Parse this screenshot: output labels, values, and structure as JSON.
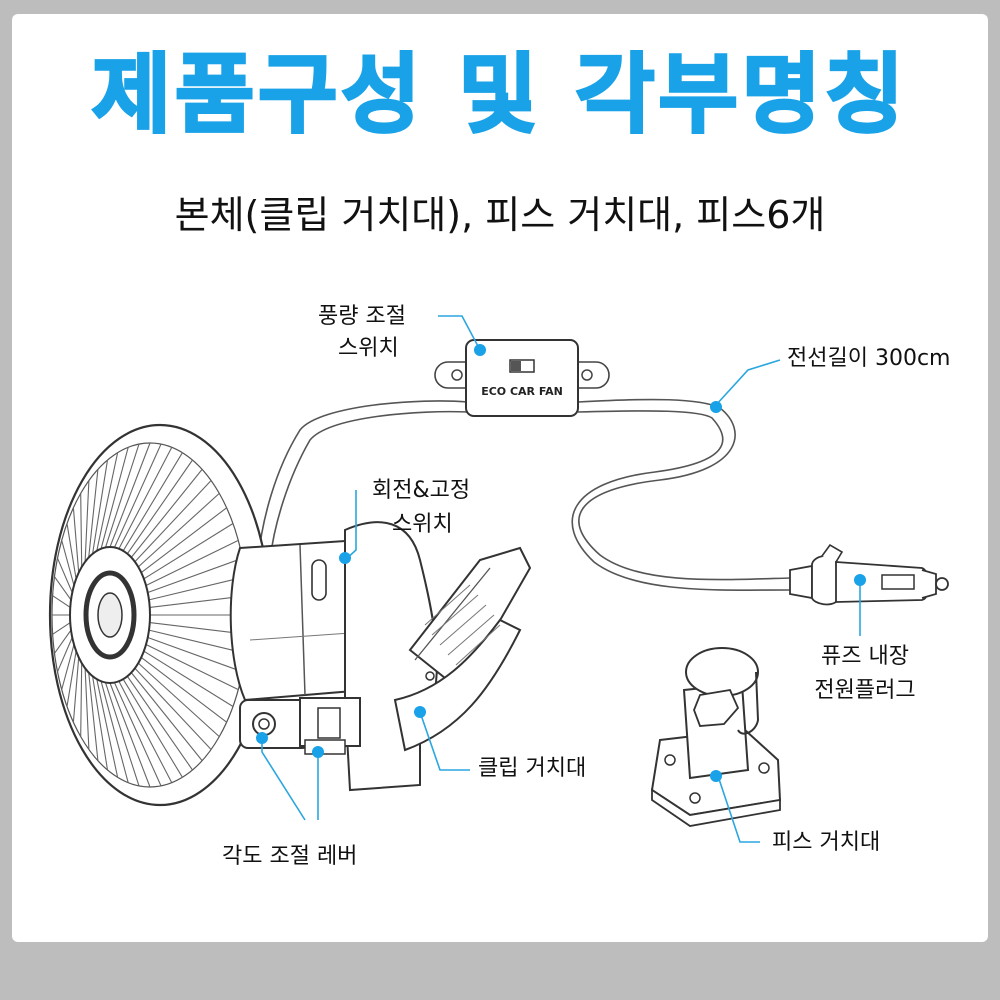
{
  "title": "제품구성 및 각부명칭",
  "subtitle": "본체(클립 거치대), 피스 거치대, 피스6개",
  "switch_label_text": "ECO CAR FAN",
  "callouts": {
    "fan_speed_switch": [
      "풍량 조절",
      "스위치"
    ],
    "cord_length": "전선길이 300cm",
    "rotation_lock_switch": [
      "회전&고정",
      "스위치"
    ],
    "fuse_plug": [
      "퓨즈 내장",
      "전원플러그"
    ],
    "clip_mount": "클립 거치대",
    "angle_lever": "각도 조절 레버",
    "screw_mount": "피스  거치대"
  },
  "colors": {
    "title": "#1aa2e8",
    "leader": "#2aa6e0",
    "dot": "#1aa2e8",
    "background": "#ffffff",
    "border": "#bdbdbd"
  }
}
